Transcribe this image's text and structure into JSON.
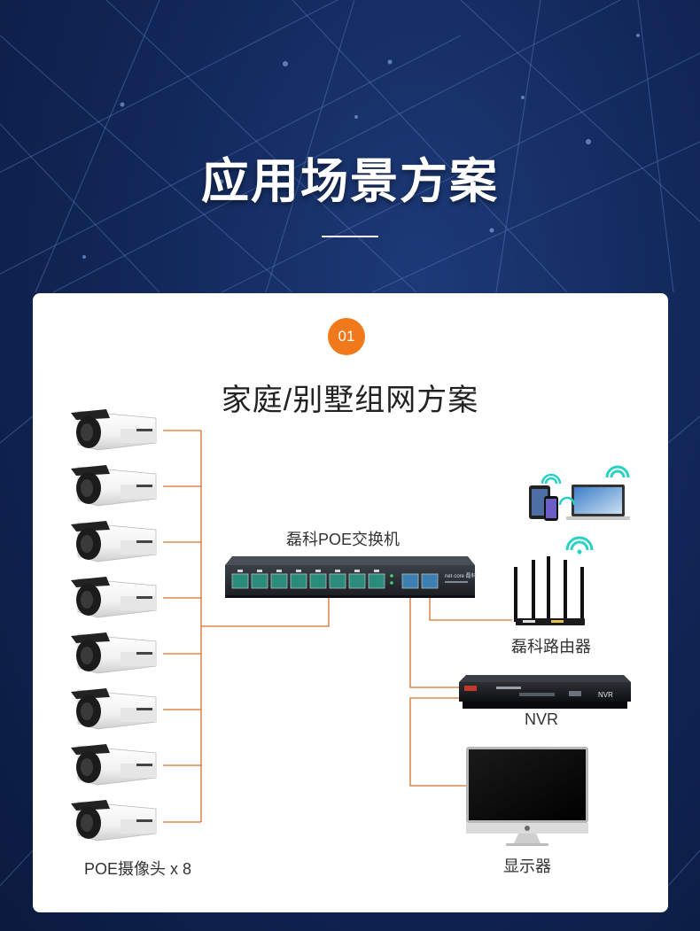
{
  "header": {
    "title": "应用场景方案"
  },
  "card": {
    "badge": "01",
    "title": "家庭/别墅组网方案",
    "labels": {
      "switch": "磊科POE交换机",
      "router": "磊科路由器",
      "nvr": "NVR",
      "monitor": "显示器",
      "cameras": "POE摄像头 x 8"
    },
    "device_text": {
      "switch_brand": "net·core 磊科",
      "nvr_brand": "NVR"
    }
  },
  "colors": {
    "accent": "#f07a1b",
    "connector": "#d9712b",
    "background": "#12285a",
    "card": "#ffffff"
  }
}
